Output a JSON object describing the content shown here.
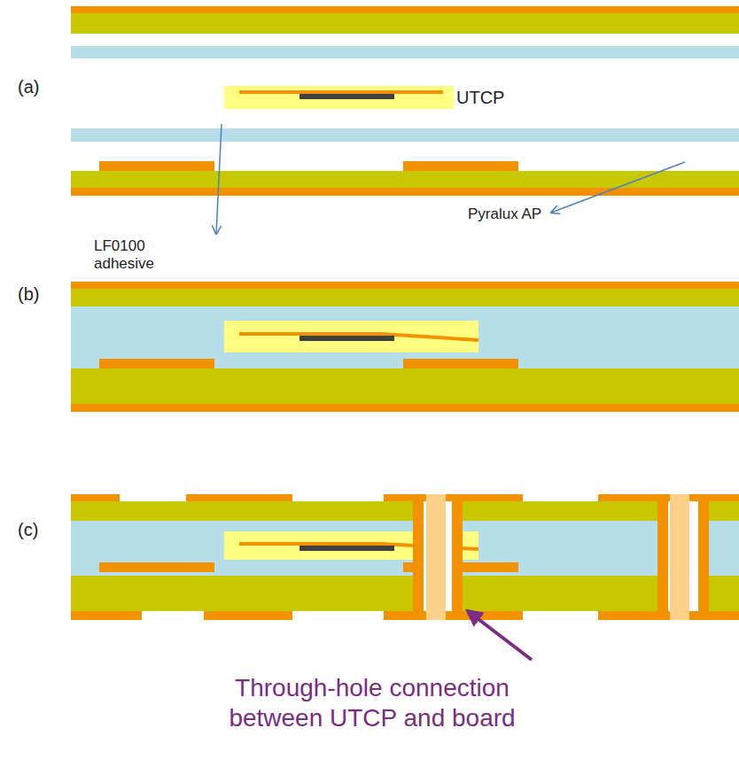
{
  "diagram": {
    "labels": [
      "(a)",
      "UTCP",
      "LF0100 adhesive",
      "Pyralux AP",
      "(b)",
      "(c)",
      "Through-hole connection between UTCP and board"
    ]
  }
}
